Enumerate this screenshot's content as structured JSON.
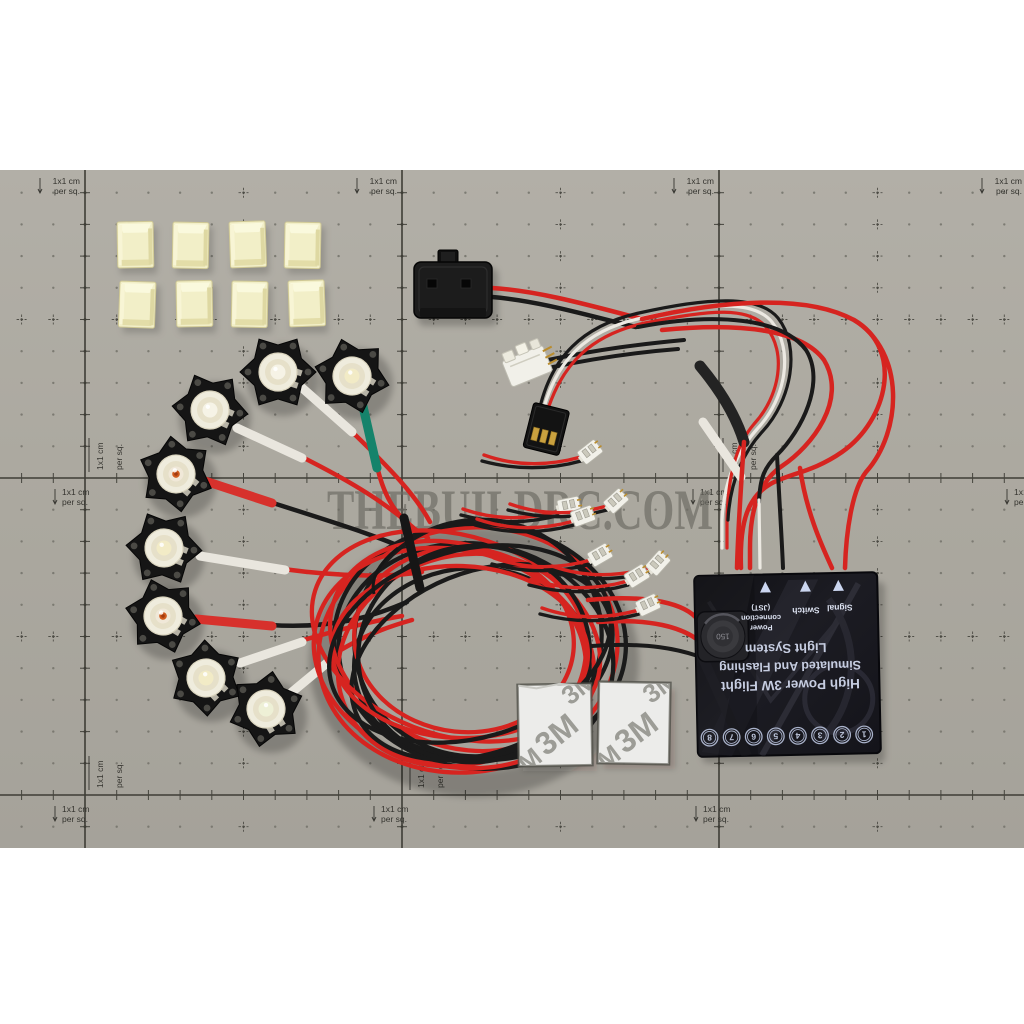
{
  "photo": {
    "watermark": "THEBUILDRC.COM",
    "mat": {
      "label_line1": "1x1 cm",
      "label_line2": "per sq."
    }
  },
  "board": {
    "title_lines": [
      "High Power 3W Flight",
      "Simulated And Flashing",
      "Light System"
    ],
    "ports": [
      {
        "label_lines": [
          "Power",
          "connection",
          "(JST)"
        ]
      },
      {
        "label_lines": [
          "Switch"
        ]
      },
      {
        "label_lines": [
          "Signal"
        ]
      }
    ],
    "channel_numbers": [
      "1",
      "2",
      "3",
      "4",
      "5",
      "6",
      "7",
      "8"
    ],
    "inductor_marking": "150"
  },
  "adhesive_pads": {
    "logo": "3M"
  },
  "colors": {
    "mat": "#aba89f",
    "wire_red": "#d62420",
    "wire_black": "#1a1a1a",
    "wire_white": "#ece9e2",
    "heatshrink_green": "#15836b",
    "board_base": "#17171c",
    "foam": "#f2efc8"
  }
}
